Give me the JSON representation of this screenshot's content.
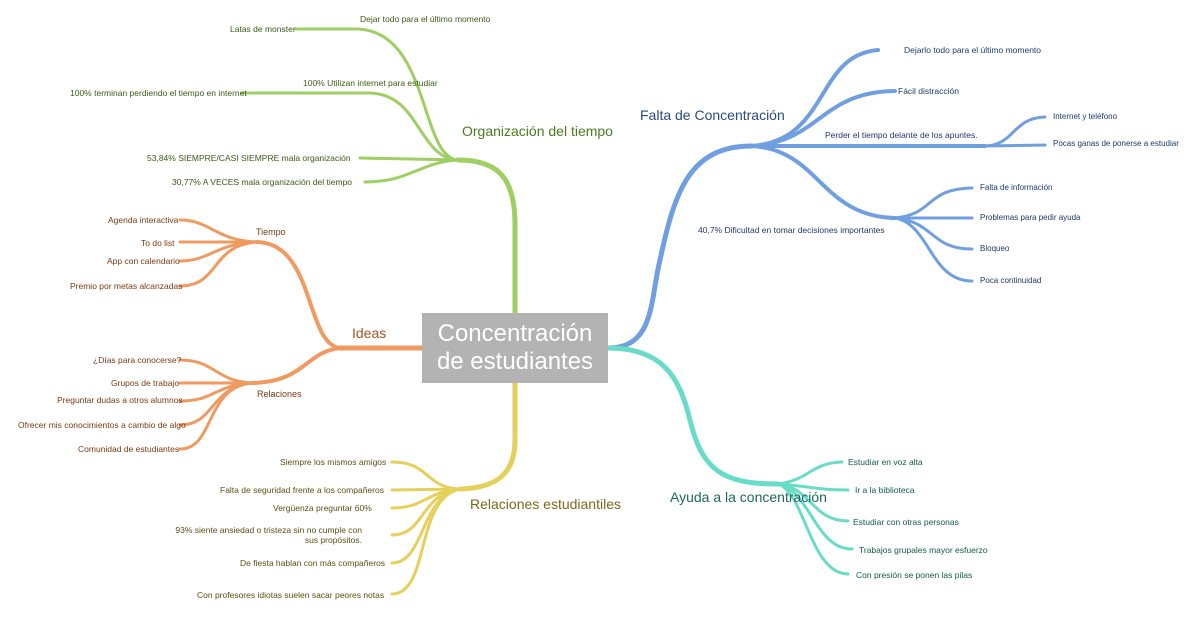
{
  "central": {
    "line1": "Concentración",
    "line2": "de estudiantes"
  },
  "colors": {
    "green": "#9dcf63",
    "orange": "#ef9a61",
    "yellow": "#e6d05c",
    "blue": "#6f9fe0",
    "teal": "#68dcc8",
    "central_bg": "#b3b3b3"
  },
  "organizacion": {
    "title": "Organización del tiempo",
    "items": [
      "Dejar todo para el último momento",
      "Latas de monster",
      "100% Utilizan internet para estudiar",
      "100% terminan perdiendo el tiempo en internet",
      "53,84% SIEMPRE/CASI SIEMPRE mala organización",
      "30,77% A VECES mala organización del tiempo"
    ]
  },
  "ideas": {
    "title": "Ideas",
    "tiempo": {
      "label": "Tiempo",
      "items": [
        "Agenda interactiva",
        "To do list",
        "App con calendario",
        "Premio por metas alcanzadas"
      ]
    },
    "relaciones": {
      "label": "Relaciones",
      "items": [
        "¿Días para conocerse?",
        "Grupos de trabajo",
        "Preguntar dudas a otros alumnos",
        "Ofrecer mis conocimientos a cambio de algo",
        "Comunidad de estudiantes"
      ]
    }
  },
  "relaciones_estudiantiles": {
    "title": "Relaciones estudiantiles",
    "items": [
      "Siempre los mismos amigos",
      "Falta de seguridad frente a los compañeros",
      "Vergüenza preguntar 60%",
      "93% siente ansiedad o tristeza sin no cumple con sus propósitos.",
      "De fiesta hablan con más compañeros",
      "Con profesores idiotas suelen sacar peores notas"
    ]
  },
  "falta": {
    "title": "Falta de Concentración",
    "items": {
      "dejarlo": "Dejarlo todo para el último momento",
      "facil": "Fácil distracción",
      "perder": "Perder el tiempo delante de los apuntes.",
      "internet": "Internet y teléfono",
      "pocas": "Pocas ganas de ponerse a estudiar",
      "dificultad": "40,7% Dificultad en tomar decisiones importantes",
      "falta_info": "Falta de información",
      "problemas": "Problemas para pedir ayuda",
      "bloqueo": "Bloqueo",
      "poca": "Poca continuidad"
    }
  },
  "ayuda": {
    "title": "Ayuda a la concentración",
    "items": [
      "Estudiar en voz alta",
      "Ir a la biblioteca",
      "Estudiar con otras personas",
      "Trabajos grupales mayor esfuerzo",
      "Con presión se ponen las pilas"
    ]
  }
}
